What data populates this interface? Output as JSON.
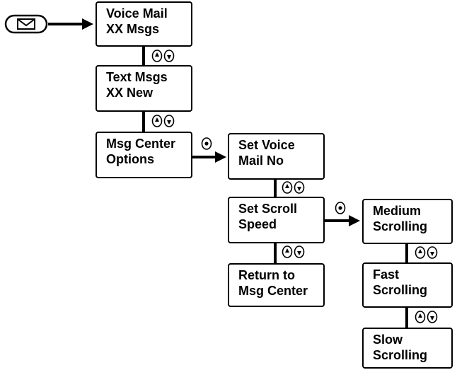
{
  "menu": {
    "voice_mail": [
      "Voice Mail",
      "XX Msgs"
    ],
    "text_msgs": [
      "Text Msgs",
      "XX New"
    ],
    "msg_center_options": [
      "Msg Center",
      "Options"
    ],
    "set_voice_mail_no": [
      "Set Voice",
      "Mail No"
    ],
    "set_scroll_speed": [
      "Set Scroll",
      "Speed"
    ],
    "return_to_msg_center": [
      "Return to",
      "Msg Center"
    ],
    "medium_scrolling": [
      "Medium",
      "Scrolling"
    ],
    "fast_scrolling": [
      "Fast",
      "Scrolling"
    ],
    "slow_scrolling": [
      "Slow",
      "Scrolling"
    ]
  },
  "icons": {
    "start": "message-envelope-icon",
    "scroll": "up-down-scroll-buttons-icon",
    "select": "select-button-icon"
  }
}
